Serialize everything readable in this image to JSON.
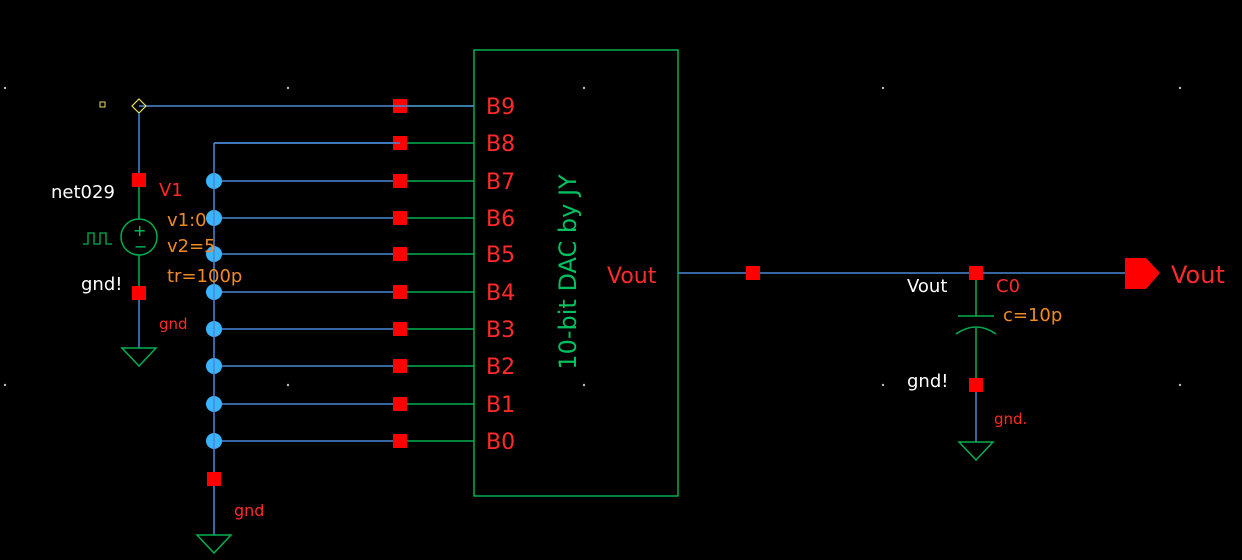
{
  "colors": {
    "background": "#000000",
    "wire": "#4a88d6",
    "device": "#00b050",
    "pin": "#ff0000",
    "dot": "#39b6ff",
    "label_red": "#ff2a2a",
    "label_orange": "#f08a24",
    "label_white": "#ffffff"
  },
  "dac": {
    "title": "10-bit DAC by JY",
    "inputs": [
      "B9",
      "B8",
      "B7",
      "B6",
      "B5",
      "B4",
      "B3",
      "B2",
      "B1",
      "B0"
    ],
    "output_pin": "Vout"
  },
  "source": {
    "node_label": "net029",
    "name": "V1",
    "params": [
      "v1:0",
      "v2=5",
      "tr=100p"
    ],
    "gnd_net": "gnd!",
    "gnd_label": "gnd",
    "plus": "+",
    "minus": "−"
  },
  "left_ground": {
    "label": "gnd"
  },
  "capacitor": {
    "net_label": "Vout",
    "name": "C0",
    "value": "c=10p",
    "gnd_net": "gnd!",
    "gnd_label": "gnd."
  },
  "output_port": {
    "label": "Vout"
  }
}
